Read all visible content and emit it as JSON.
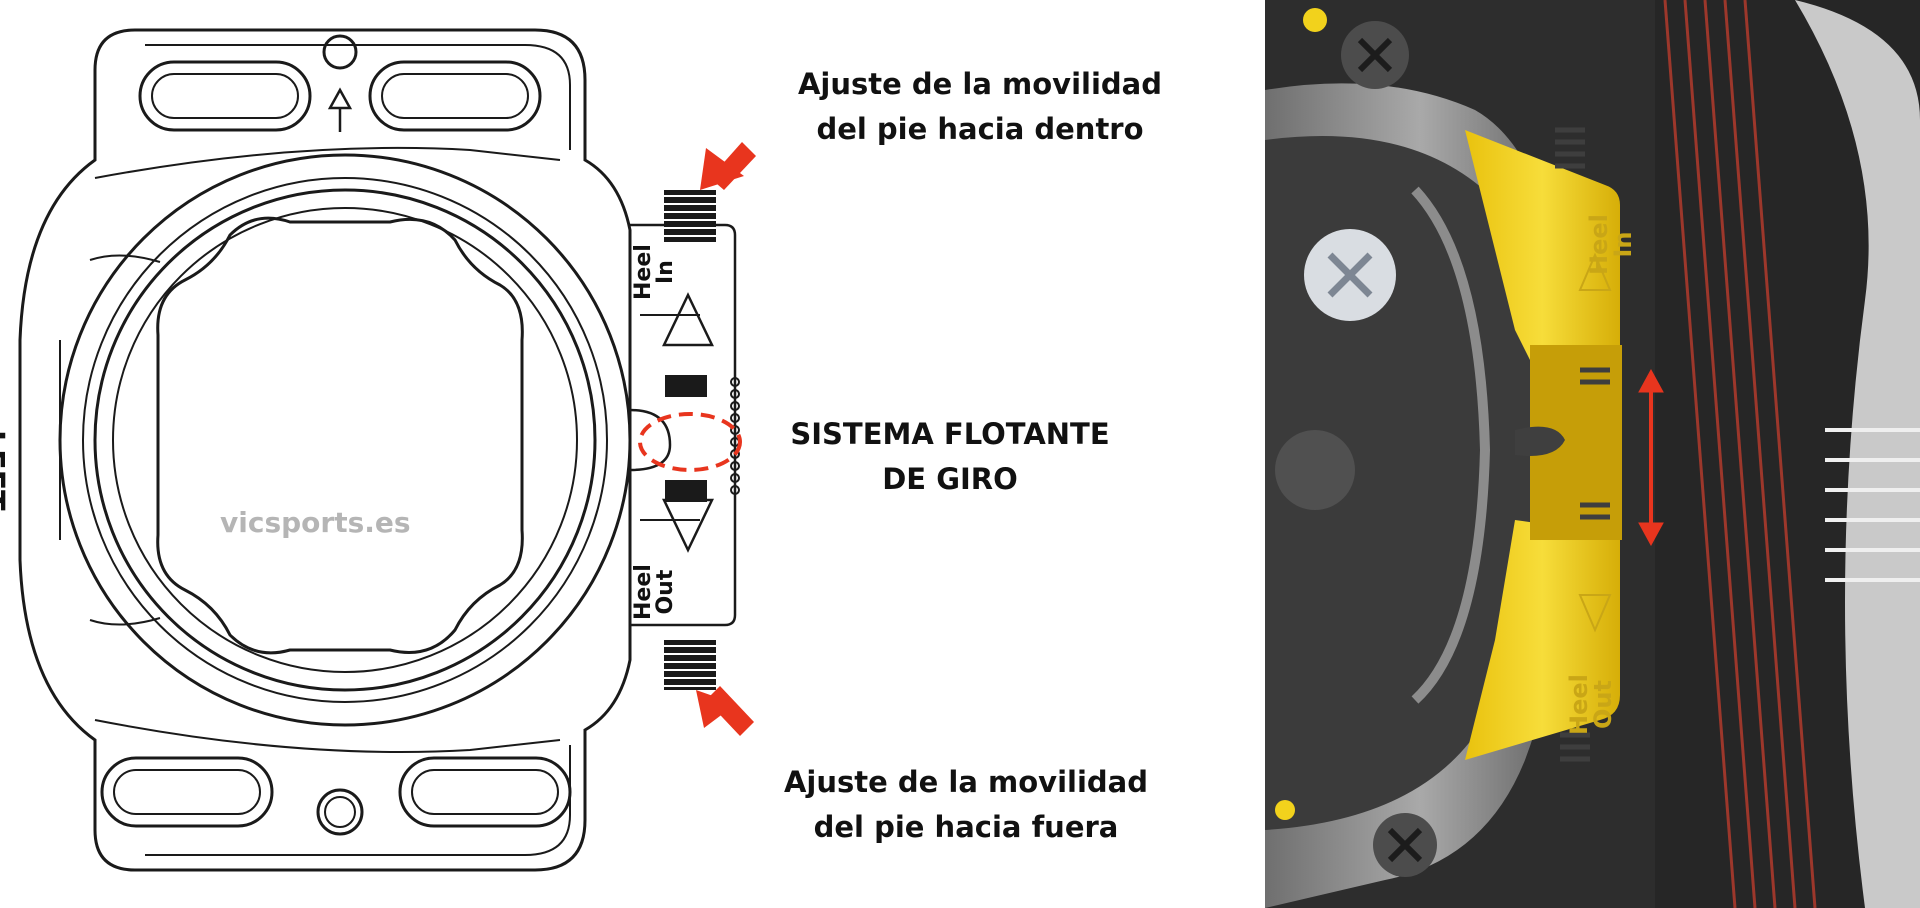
{
  "diagram": {
    "annotation_top": [
      "Ajuste de la movilidad",
      "del pie hacia dentro"
    ],
    "annotation_middle": [
      "SISTEMA FLOTANTE",
      "DE GIRO"
    ],
    "annotation_bottom": [
      "Ajuste de la movilidad",
      "del pie hacia fuera"
    ],
    "cleat_label_left": "LEFT",
    "cleat_label_heel_in": [
      "Heel",
      "In"
    ],
    "cleat_label_heel_out": [
      "Heel",
      "Out"
    ],
    "watermark": "vicsports.es",
    "accent_color": "#e8351e",
    "line_color": "#1a1a1a"
  },
  "photo": {
    "cleat_label_heel_in": [
      "Heel",
      "In"
    ],
    "cleat_label_heel_out": [
      "Heel",
      "Out"
    ],
    "yellow_color": "#f2d21c",
    "accent_color": "#e8351e"
  }
}
